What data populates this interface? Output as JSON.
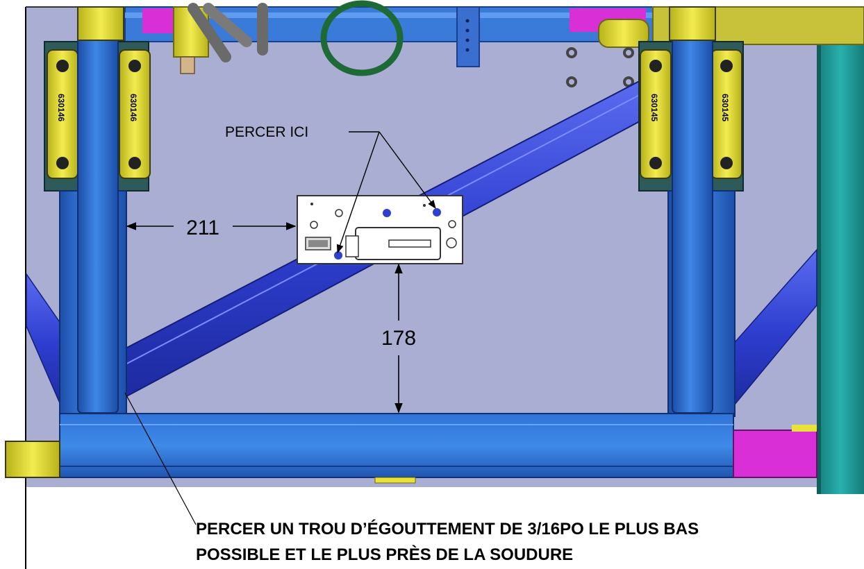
{
  "callout_drill_here": "PERCER ICI",
  "dimension_horizontal": "211",
  "dimension_vertical": "178",
  "note_line_1": "PERCER UN TROU D’ÉGOUTTEMENT DE 3/16PO LE PLUS BAS",
  "note_line_2": "POSSIBLE ET LE PLUS PRÈS DE LA SOUDURE",
  "part_label_left": "630146",
  "part_label_right": "630145",
  "colors": {
    "background_panel": "#a9aed2",
    "frame_blue": "#2d6fd0",
    "frame_blue_dark": "#1d4fa8",
    "diagonal_blue": "#2f3fd0",
    "yellow": "#e8e23a",
    "magenta": "#d92fd6",
    "teal": "#1f9a98",
    "green_ring": "#1e6a36",
    "gray_rod": "#7a7a7a"
  }
}
